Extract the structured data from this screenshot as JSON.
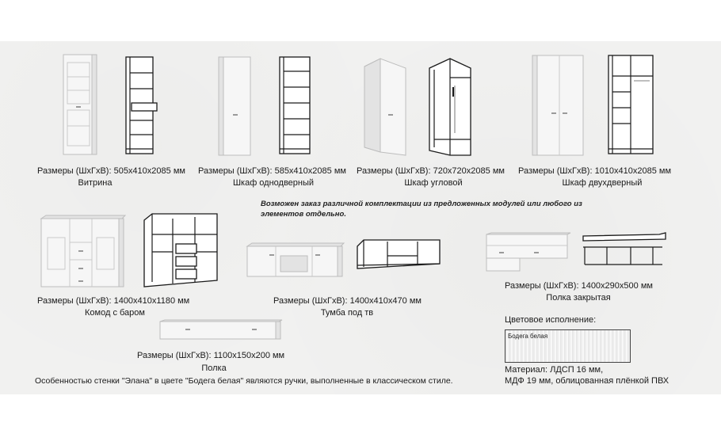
{
  "items": [
    {
      "dims": "Размеры (ШхГхВ): 505х410х2085 мм",
      "name": "Витрина"
    },
    {
      "dims": "Размеры (ШхГхВ): 585х410х2085 мм",
      "name": "Шкаф однодверный"
    },
    {
      "dims": "Размеры (ШхГхВ): 720х720х2085 мм",
      "name": "Шкаф угловой"
    },
    {
      "dims": "Размеры (ШхГхВ): 1010х410х2085 мм",
      "name": "Шкаф двухдверный"
    },
    {
      "dims": "Размеры (ШхГхВ): 1400х410х1180 мм",
      "name": "Комод с баром"
    },
    {
      "dims": "Размеры (ШхГхВ): 1400х410х470 мм",
      "name": "Тумба под тв"
    },
    {
      "dims": "Размеры (ШхГхВ): 1400х290х500 мм",
      "name": "Полка закрытая"
    },
    {
      "dims": "Размеры (ШхГхВ): 1100х150х200 мм",
      "name": "Полка"
    }
  ],
  "note_line1": "Возможен заказ различной комплектации из предложенных модулей или любого из",
  "note_line2": "элементов отдельно.",
  "color_title": "Цветовое исполнение:",
  "swatch_label": "Бодега белая",
  "material_line1": "Материал: ЛДСП 16 мм,",
  "material_line2": "МДФ 19 мм, облицованная плёнкой ПВХ",
  "footer": "Особенностью стенки \"Элана\" в цвете \"Бодега белая\"  являются ручки, выполненные в классическом стиле."
}
